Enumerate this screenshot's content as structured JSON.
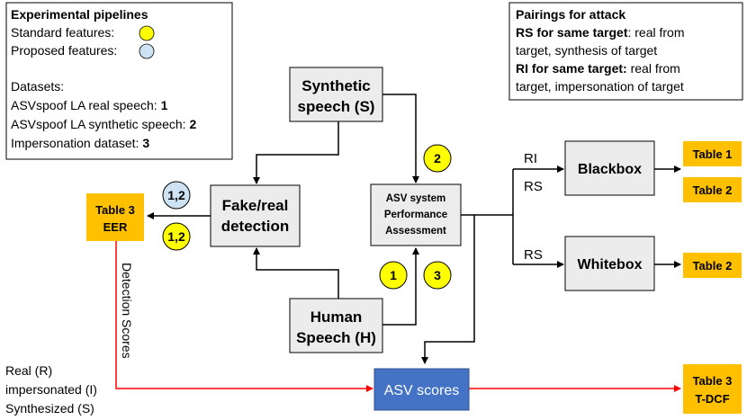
{
  "legend": {
    "title": "Experimental pipelines",
    "standard": "Standard features:",
    "proposed": "Proposed features:",
    "datasets_heading": "Datasets:",
    "ds1_text": "ASVspoof LA real speech:",
    "ds1_num": "1",
    "ds2_text": "ASVspoof LA synthetic speech:",
    "ds2_num": "2",
    "ds3_text": "Impersonation dataset:",
    "ds3_num": "3"
  },
  "pairings": {
    "title": "Pairings for attack",
    "rs_bold": "RS  for same target",
    "rs_rest": ": real from",
    "rs_line2": "target, synthesis of target",
    "ri_bold": "RI for same target:",
    "ri_rest": " real from",
    "ri_line2": "target, impersonation of target"
  },
  "boxes": {
    "synthetic_1": "Synthetic",
    "synthetic_2": "speech (S)",
    "human_1": "Human",
    "human_2": "Speech (H)",
    "fake_1": "Fake/real",
    "fake_2": "detection",
    "asv_1": "ASV system",
    "asv_2": "Performance",
    "asv_3": "Assessment",
    "blackbox": "Blackbox",
    "whitebox": "Whitebox",
    "asv_scores": "ASV scores"
  },
  "tables": {
    "t3eer_1": "Table 3",
    "t3eer_2": "EER",
    "t1": "Table 1",
    "t2a": "Table 2",
    "t2b": "Table 2",
    "t3dcf_1": "Table 3",
    "t3dcf_2": "T-DCF"
  },
  "circles": {
    "proposed_12": "1,2",
    "standard_12": "1,2",
    "two": "2",
    "one": "1",
    "three": "3"
  },
  "labels": {
    "ri": "RI",
    "rs_top": "RS",
    "rs_bottom": "RS",
    "detection_scores": "Detection Scores",
    "real": "Real (R)",
    "impersonated": "impersonated (I)",
    "synthesized": "Synthesized (S)"
  },
  "colors": {
    "table_fill": "#ffc000",
    "box_fill": "#ececec",
    "asv_scores_fill": "#4472c4",
    "standard_circle": "#ffff00",
    "proposed_circle": "#cde3f3",
    "red_path": "#ff0000"
  }
}
